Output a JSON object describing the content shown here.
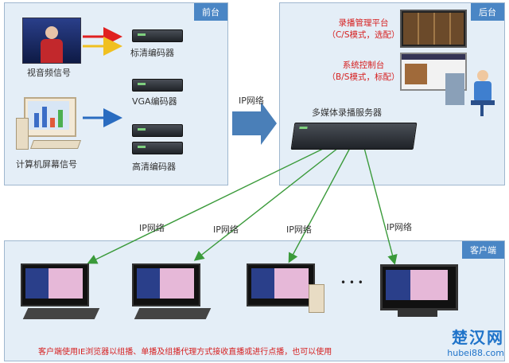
{
  "panels": {
    "front": "前台",
    "back": "后台",
    "client": "客户端"
  },
  "front": {
    "av_signal": "视音频信号",
    "pc_signal": "计算机屏幕信号",
    "sd_encoder": "标清编码器",
    "vga_encoder": "VGA编码器",
    "hd_encoder": "高清编码器"
  },
  "center": {
    "ip_network_mid": "IP网络",
    "server": "多媒体录播服务器"
  },
  "back": {
    "mgmt_line1": "录播管理平台",
    "mgmt_line2": "（C/S模式，选配）",
    "ctrl_line1": "系统控制台",
    "ctrl_line2": "（B/S模式，标配）"
  },
  "links": {
    "ip1": "IP网络",
    "ip2": "IP网络",
    "ip3": "IP网络",
    "ip4": "IP网络"
  },
  "client": {
    "ellipsis": "• • •",
    "caption": "客户端使用IE浏览器以组播、单播及组播代理方式接收直播或进行点播，也可以使用"
  },
  "watermark": {
    "top": "楚汉网",
    "bottom": "hubei88.com"
  },
  "colors": {
    "panel_bg": "#e4eef7",
    "tag_bg": "#4a86c5",
    "red_arrow": "#e02020",
    "yellow_arrow": "#f0c020",
    "blue_arrow": "#2a6cc0",
    "green_line": "#3a9a3a",
    "caption_red": "#d62020"
  }
}
